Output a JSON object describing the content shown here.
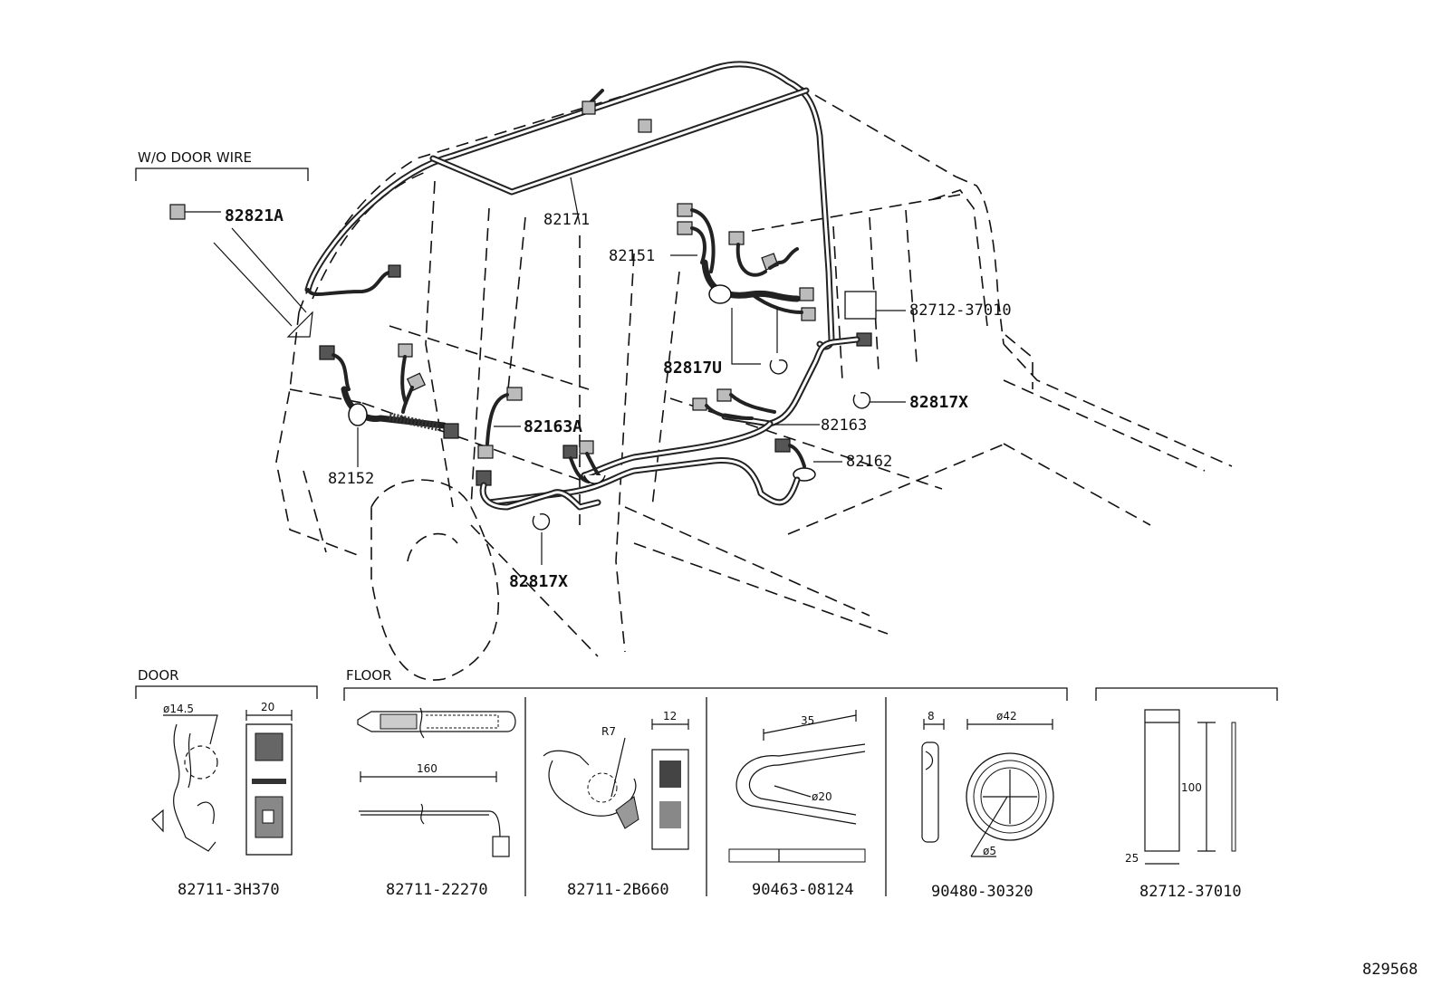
{
  "labels": {
    "wo_door_wire": "W/O DOOR WIRE",
    "p82821A": "82821A",
    "p82171": "82171",
    "p82151": "82151",
    "p82712_37010": "82712-37010",
    "p82817U": "82817U",
    "p82817X_r": "82817X",
    "p82163A": "82163A",
    "p82163": "82163",
    "p82162": "82162",
    "p82152": "82152",
    "p82817X_l": "82817X"
  },
  "sections": {
    "door": "DOOR",
    "floor": "FLOOR"
  },
  "details": [
    {
      "part": "82711-3H370",
      "dims": [
        "ø14.5",
        "20"
      ]
    },
    {
      "part": "82711-22270",
      "dims": [
        "160"
      ]
    },
    {
      "part": "82711-2B660",
      "dims": [
        "R7",
        "12"
      ]
    },
    {
      "part": "90463-08124",
      "dims": [
        "35",
        "ø20"
      ]
    },
    {
      "part": "90480-30320",
      "dims": [
        "8",
        "ø42",
        "ø5"
      ]
    },
    {
      "part": "82712-37010",
      "dims": [
        "100",
        "25"
      ]
    }
  ],
  "diagram_id": "829568"
}
